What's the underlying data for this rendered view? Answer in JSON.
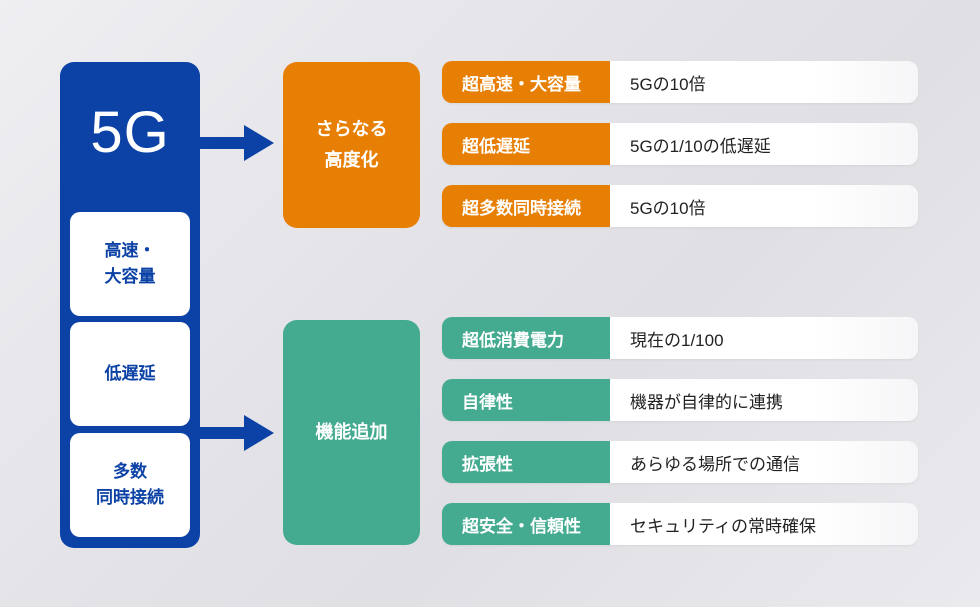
{
  "colors": {
    "blue": "#0c42a5",
    "orange": "#e87f05",
    "teal": "#44ab91",
    "value_text": "#222222",
    "background": "#e4e4e9"
  },
  "left_column": {
    "title": "5G",
    "features": [
      "高速・\n大容量",
      "低遅延",
      "多数\n同時接続"
    ]
  },
  "top_group": {
    "category": "さらなる\n高度化",
    "rows": [
      {
        "label": "超高速・大容量",
        "value": "5Gの10倍"
      },
      {
        "label": "超低遅延",
        "value": "5Gの1/10の低遅延"
      },
      {
        "label": "超多数同時接続",
        "value": "5Gの10倍"
      }
    ]
  },
  "bottom_group": {
    "category": "機能追加",
    "rows": [
      {
        "label": "超低消費電力",
        "value": "現在の1/100"
      },
      {
        "label": "自律性",
        "value": "機器が自律的に連携"
      },
      {
        "label": "拡張性",
        "value": "あらゆる場所での通信"
      },
      {
        "label": "超安全・信頼性",
        "value": "セキュリティの常時確保"
      }
    ]
  }
}
